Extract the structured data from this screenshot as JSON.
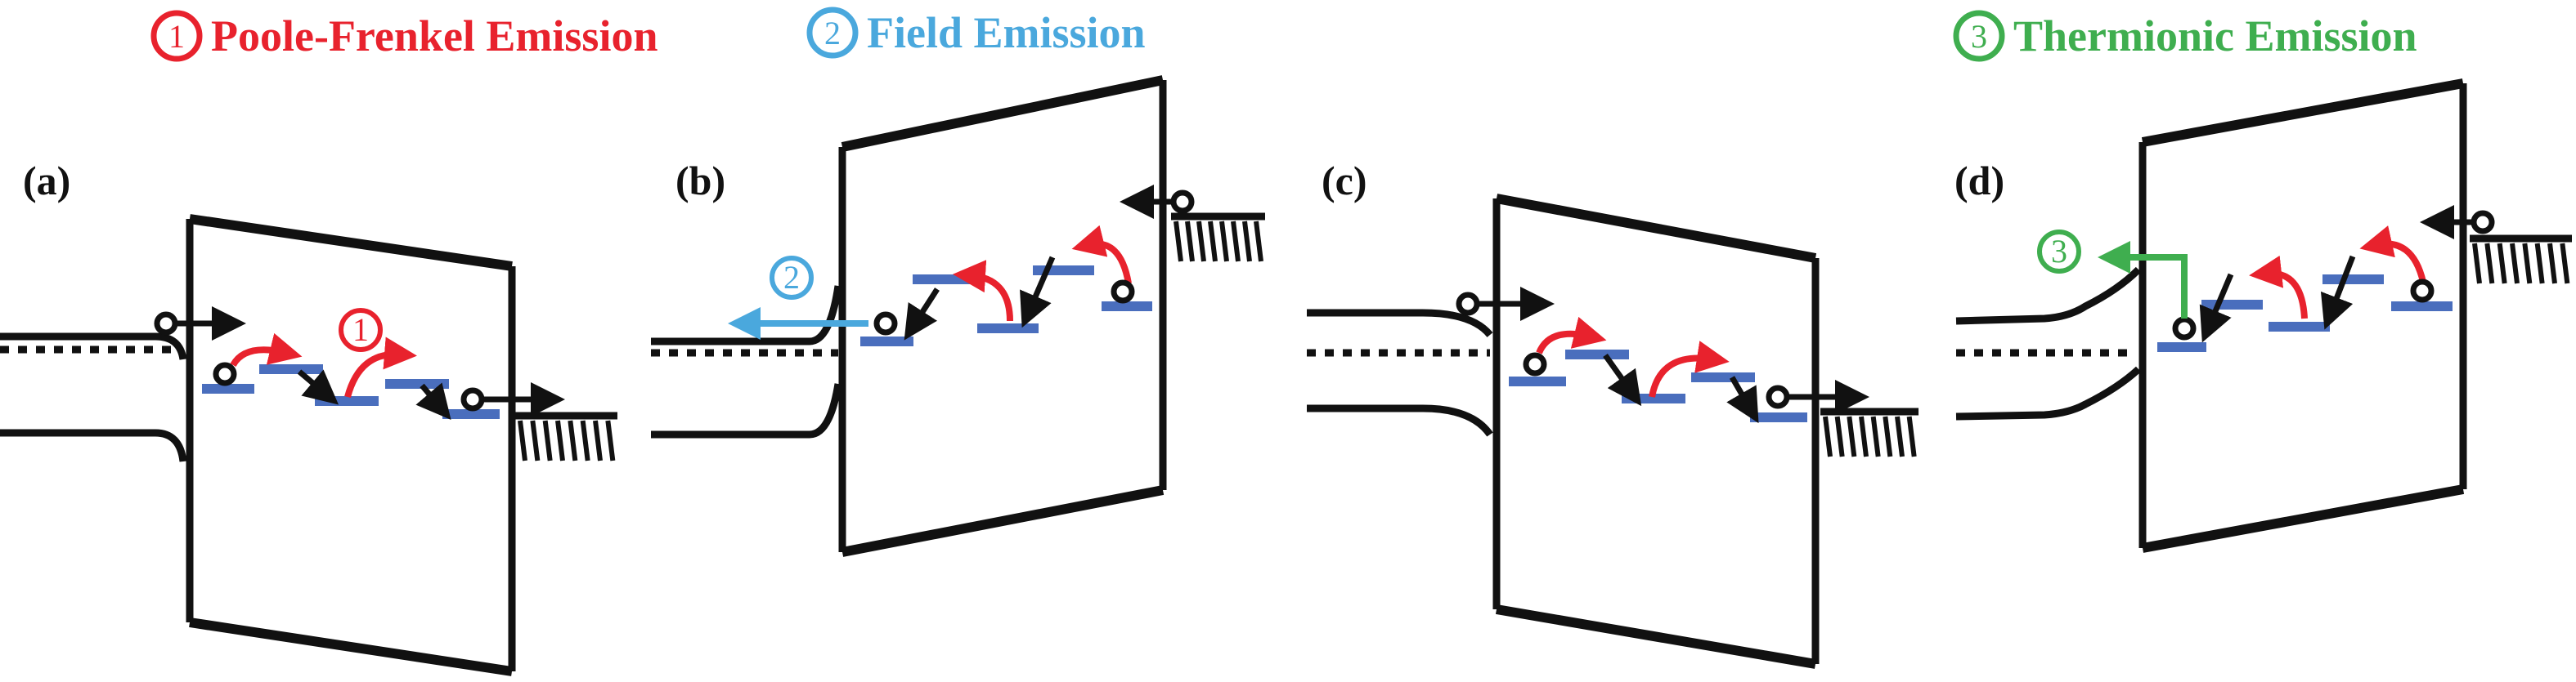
{
  "figure": {
    "colors": {
      "poole_frenkel": "#e8222d",
      "field": "#4aa8dd",
      "thermionic": "#3fae4f",
      "trap": "#4a6ebd",
      "line": "#111111"
    },
    "titles": [
      {
        "number": "1",
        "text": "Poole-Frenkel Emission",
        "color_key": "poole_frenkel"
      },
      {
        "number": "2",
        "text": "Field Emission",
        "color_key": "field"
      },
      {
        "number": "3",
        "text": "Thermionic Emission",
        "color_key": "thermionic"
      }
    ],
    "panels": [
      {
        "label": "(a)",
        "direction": "right",
        "mechanism_badge": "1"
      },
      {
        "label": "(b)",
        "direction": "left",
        "mechanism_badge": "2"
      },
      {
        "label": "(c)",
        "direction": "right",
        "mechanism_badge": ""
      },
      {
        "label": "(d)",
        "direction": "left",
        "mechanism_badge": "3"
      }
    ]
  }
}
